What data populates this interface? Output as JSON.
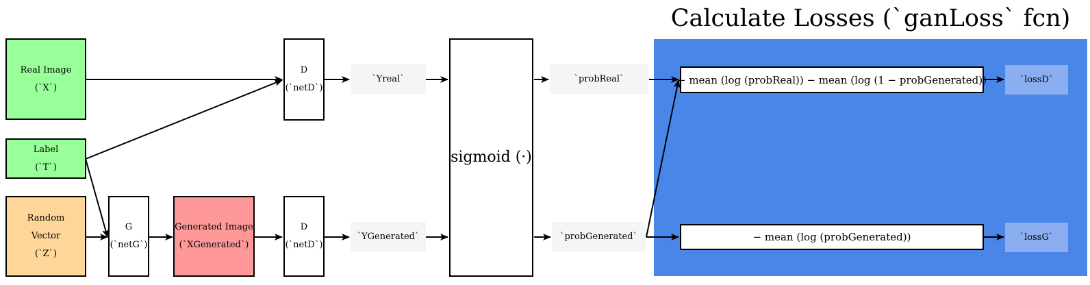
{
  "title": "Calculate Losses (`ganLoss` fcn)",
  "inputs": {
    "real_image": {
      "name": "Real Image",
      "var": "(`X`)"
    },
    "label": {
      "name": "Label",
      "var": "(`T`)"
    },
    "random_vector": {
      "lines": [
        "Random",
        "Vector",
        "(`Z`)"
      ]
    }
  },
  "generator": {
    "name": "G",
    "var": "(`netG`)"
  },
  "generated_image": {
    "name": "Generated Image",
    "var": "(`XGenerated`)"
  },
  "discriminator_real": {
    "name": "D",
    "var": "(`netD`)"
  },
  "discriminator_generated": {
    "name": "D",
    "var": "(`netD`)"
  },
  "outputs": {
    "y_real": "`Yreal`",
    "y_generated": "`YGenerated`"
  },
  "sigmoid": "sigmoid (·)",
  "probabilities": {
    "prob_real": "`probReal`",
    "prob_generated": "`probGenerated`"
  },
  "losses": {
    "loss_d_formula": "− mean (log (probReal)) − mean (log (1 − probGenerated))",
    "loss_g_formula": "− mean (log (probGenerated))",
    "loss_d": "`lossD`",
    "loss_g": "`lossG`"
  },
  "colors": {
    "input_green": "#99ff99",
    "noise_orange": "#ffd699",
    "generated_red": "#ff9999",
    "panel_blue": "#4a86e8",
    "loss_chip_blue": "#8aaef0",
    "chip_gray": "#f5f5f5"
  }
}
